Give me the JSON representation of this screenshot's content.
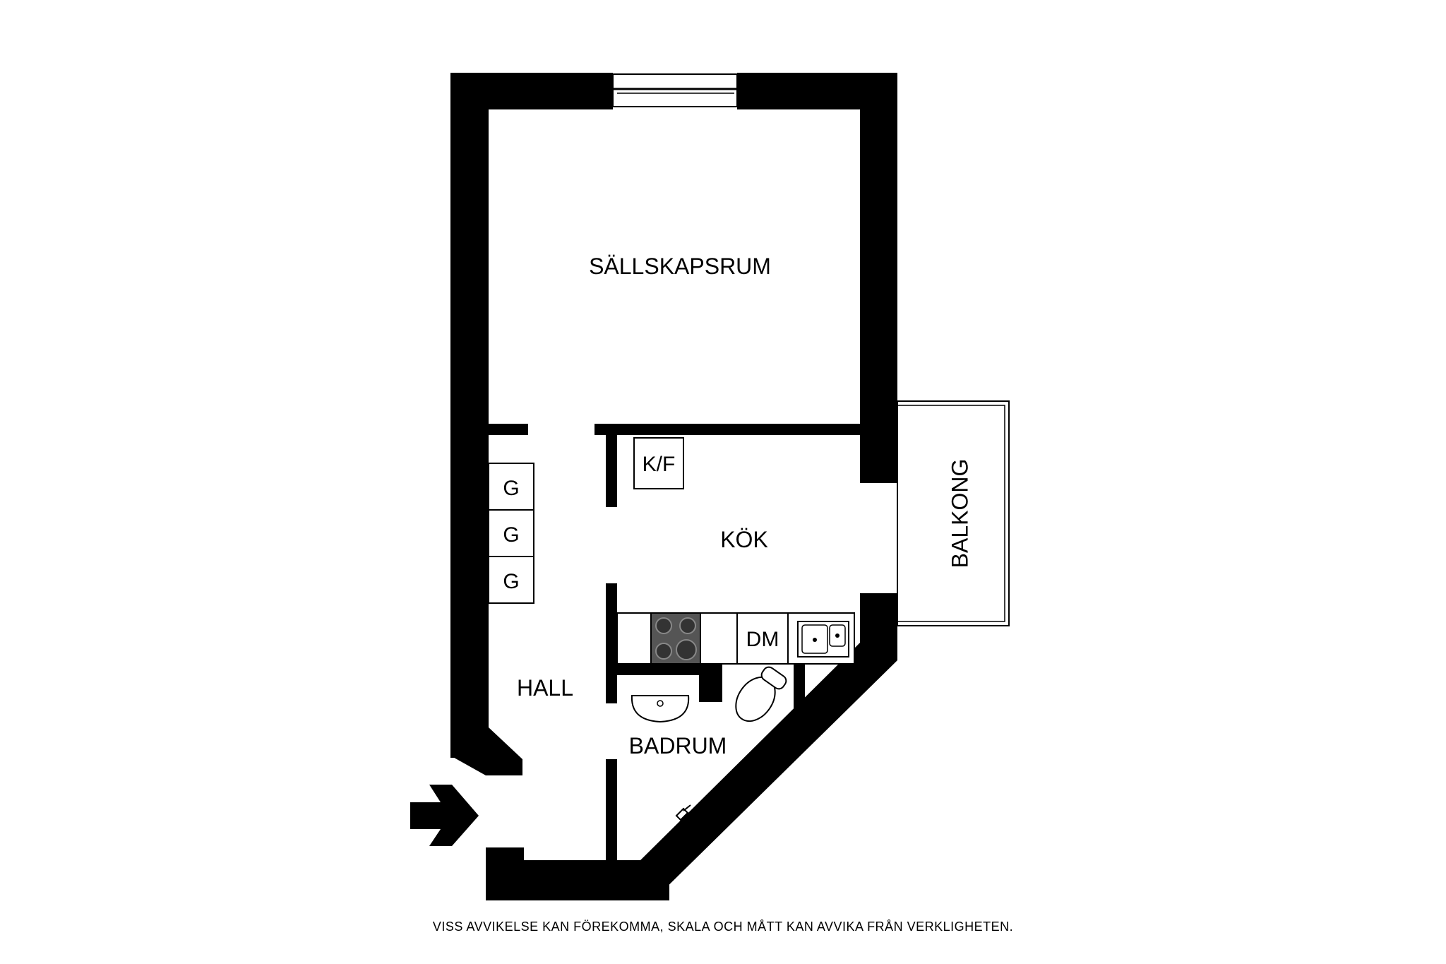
{
  "rooms": {
    "living": "SÄLLSKAPSRUM",
    "kitchen": "KÖK",
    "hall": "HALL",
    "bathroom": "BADRUM",
    "balcony": "BALKONG"
  },
  "fixtures": {
    "fridge_freezer": "K/F",
    "dishwasher": "DM",
    "wardrobes": [
      "G",
      "G",
      "G"
    ]
  },
  "disclaimer": "VISS AVVIKELSE KAN FÖREKOMMA, SKALA OCH MÅTT KAN AVVIKA FRÅN VERKLIGHETEN.",
  "icons": [
    "entrance-arrow-icon",
    "stove-icon",
    "sink-icon",
    "washbasin-icon",
    "toilet-icon",
    "window-icon"
  ],
  "colors": {
    "wall": "#000000",
    "background": "#ffffff"
  }
}
